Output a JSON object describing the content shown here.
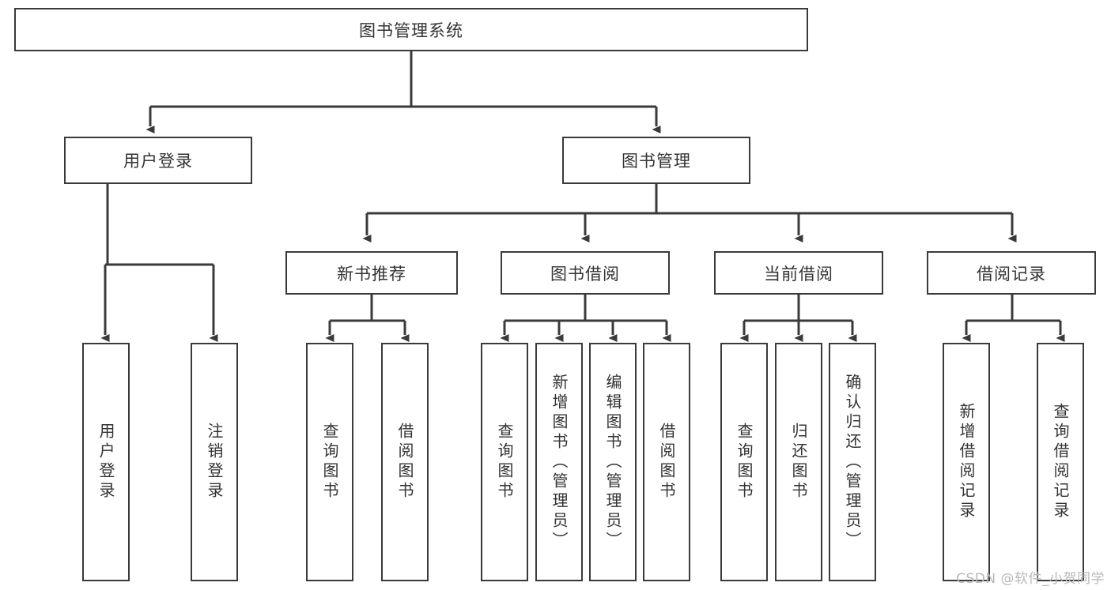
{
  "diagram": {
    "title": "图书管理系统",
    "type": "tree",
    "watermark": "CSDN @软件_小贺同学",
    "colors": {
      "line": "#3a3a3a",
      "box_border": "#3a3a3a",
      "box_fill": "#ffffff",
      "text": "#333333",
      "background": "#ffffff",
      "watermark": "#b8b8b8"
    },
    "nodes": {
      "root": {
        "label": "图书管理系统"
      },
      "level2": [
        {
          "id": "user-login",
          "label": "用户登录"
        },
        {
          "id": "book-manage",
          "label": "图书管理"
        }
      ],
      "level3": [
        {
          "id": "new-book-rec",
          "label": "新书推荐"
        },
        {
          "id": "book-borrow",
          "label": "图书借阅"
        },
        {
          "id": "current-borrow",
          "label": "当前借阅"
        },
        {
          "id": "borrow-record",
          "label": "借阅记录"
        }
      ],
      "leaves": {
        "user_login": [
          {
            "id": "leaf-user-login",
            "label": "用户登录"
          },
          {
            "id": "leaf-logout",
            "label": "注销登录"
          }
        ],
        "new_book_rec": [
          {
            "id": "leaf-query-book-1",
            "label": "查询图书"
          },
          {
            "id": "leaf-borrow-book-1",
            "label": "借阅图书"
          }
        ],
        "book_borrow": [
          {
            "id": "leaf-query-book-2",
            "label": "查询图书"
          },
          {
            "id": "leaf-add-book",
            "label": "新增图书（管理员）"
          },
          {
            "id": "leaf-edit-book",
            "label": "编辑图书（管理员）"
          },
          {
            "id": "leaf-borrow-book-2",
            "label": "借阅图书"
          }
        ],
        "current_borrow": [
          {
            "id": "leaf-query-book-3",
            "label": "查询图书"
          },
          {
            "id": "leaf-return-book",
            "label": "归还图书"
          },
          {
            "id": "leaf-confirm-return",
            "label": "确认归还（管理员）"
          }
        ],
        "borrow_record": [
          {
            "id": "leaf-add-record",
            "label": "新增借阅记录"
          },
          {
            "id": "leaf-query-record",
            "label": "查询借阅记录"
          }
        ]
      }
    }
  }
}
